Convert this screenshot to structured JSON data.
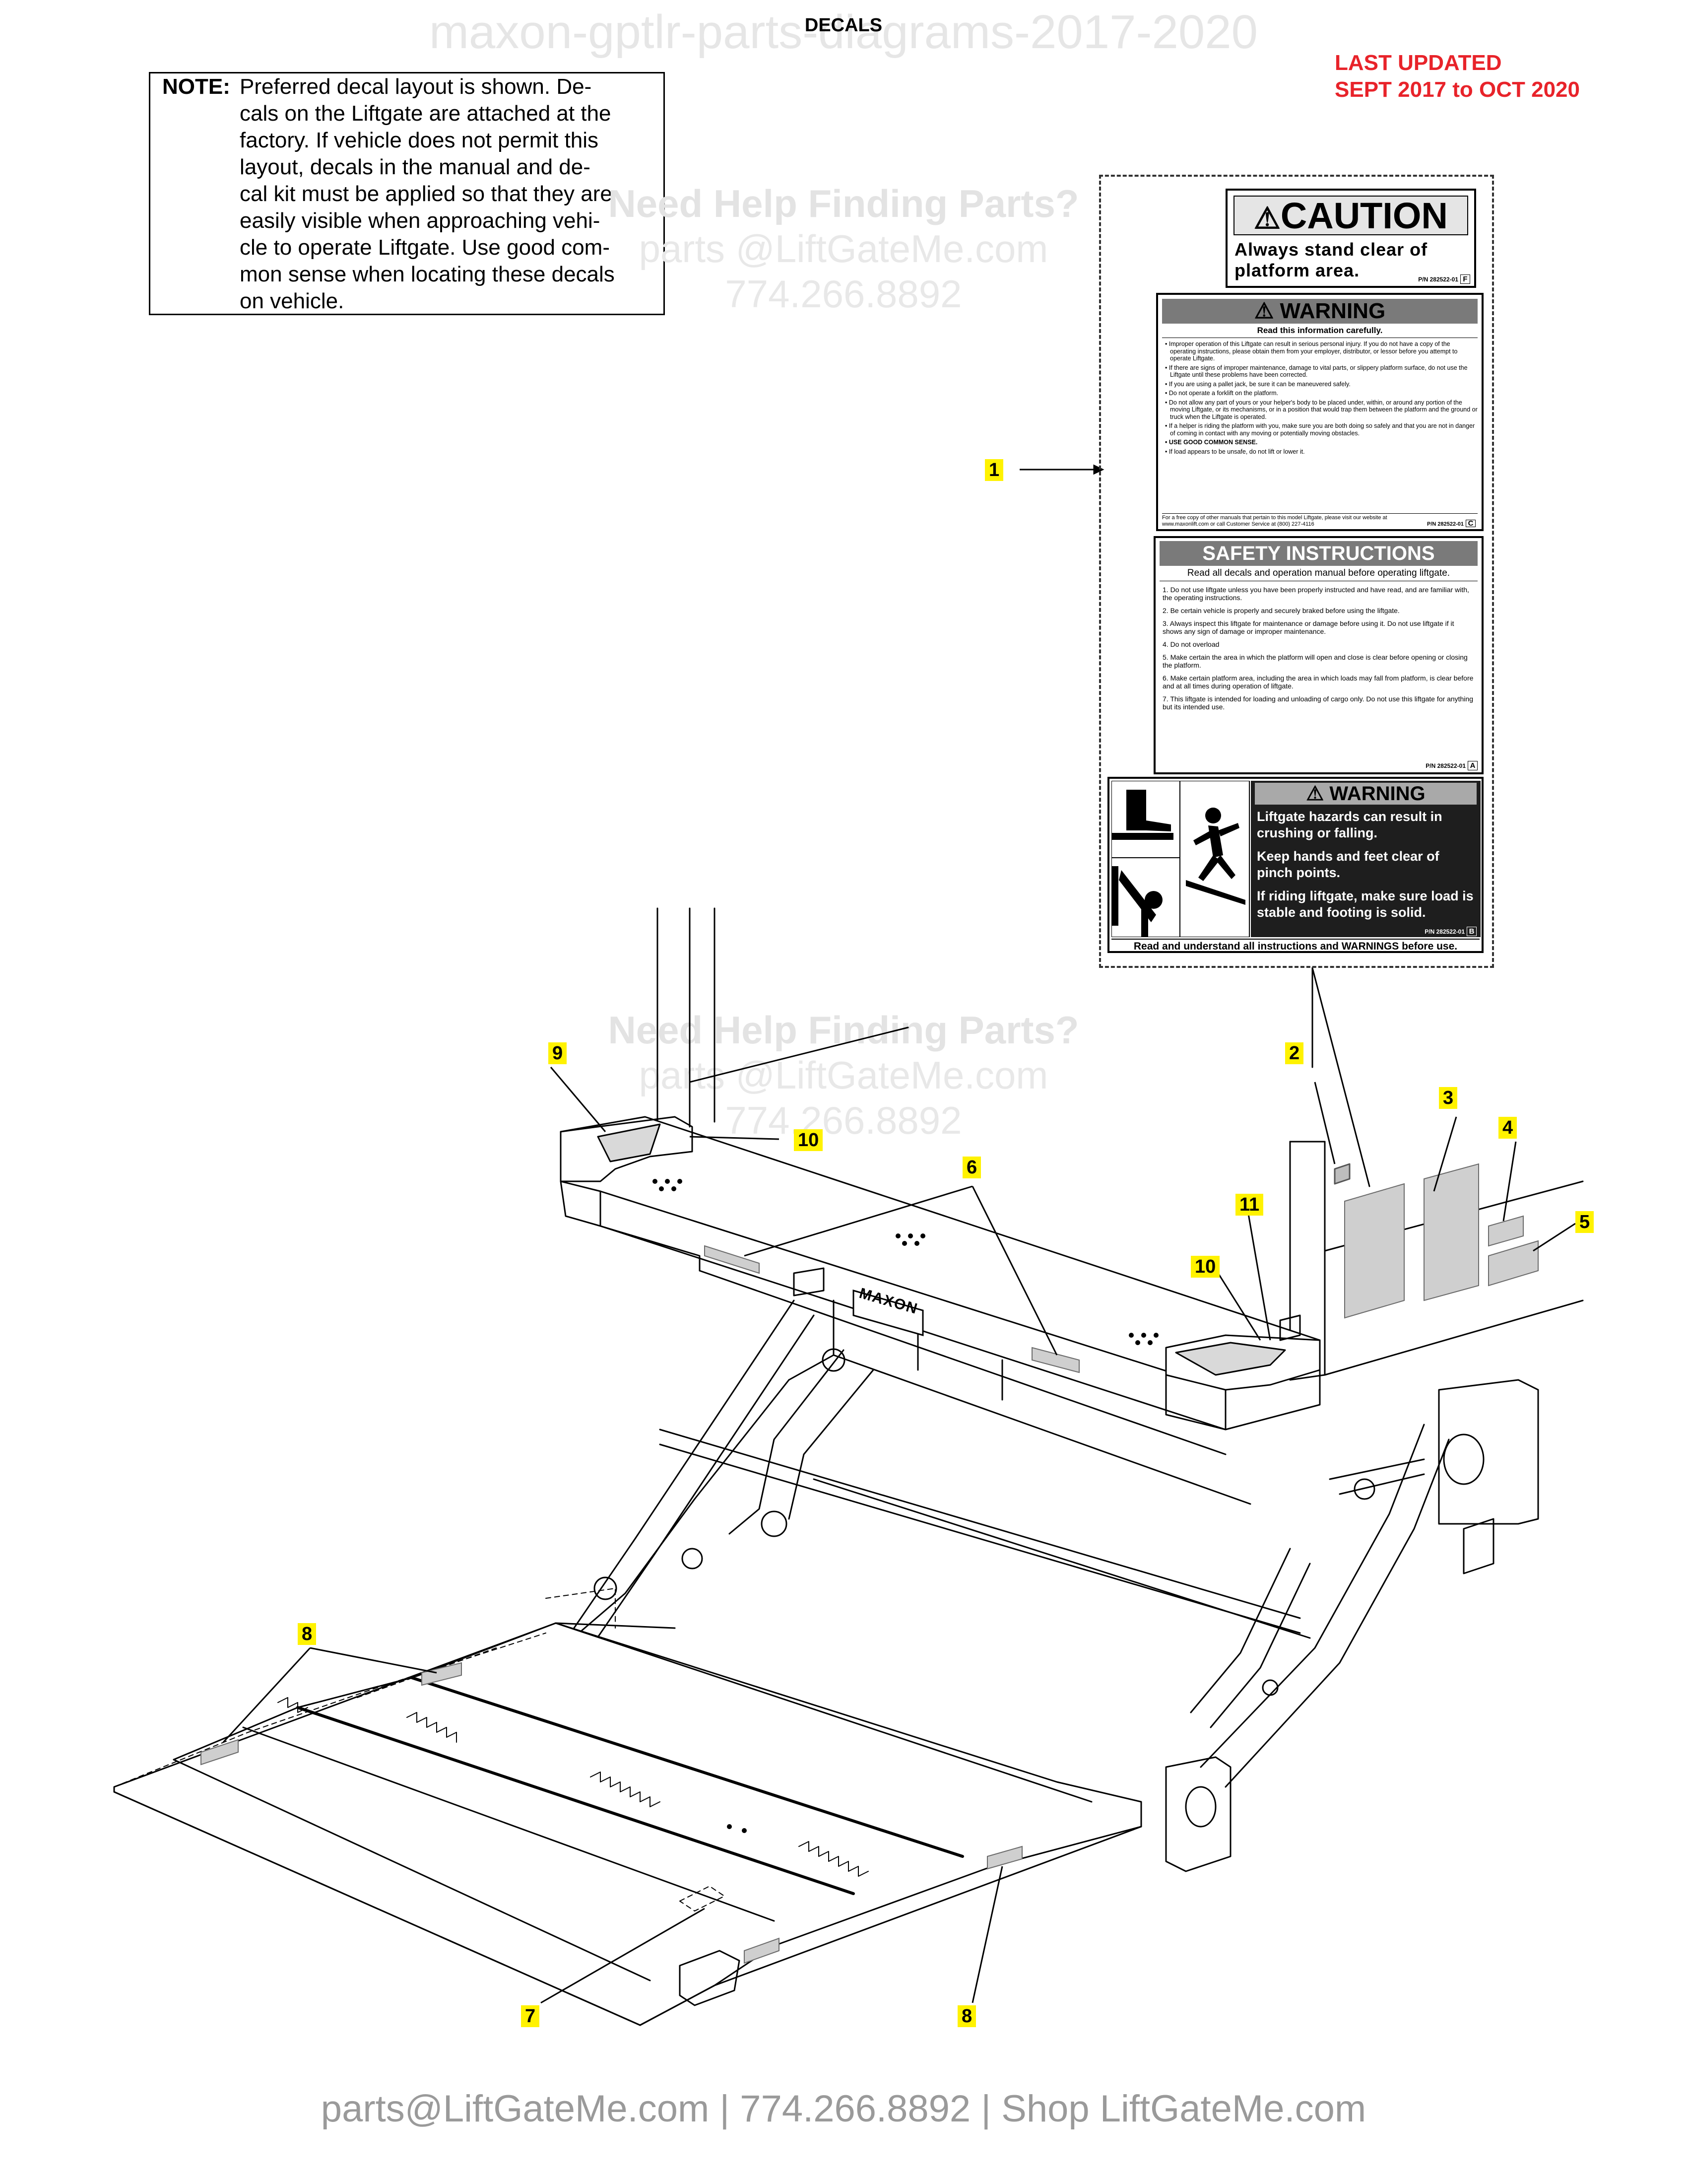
{
  "header": {
    "title": "DECALS",
    "watermark": "maxon-gptlr-parts-diagrams-2017-2020",
    "updated_line1": "LAST UPDATED",
    "updated_line2": "SEPT 2017 to OCT 2020"
  },
  "note": {
    "label": "NOTE:",
    "text": "Preferred decal layout is shown. De-\ncals on the Liftgate are attached at the\nfactory. If vehicle does not permit this\nlayout, decals in the manual and de-\ncal kit must be applied so that they are\neasily visible when approaching vehi-\ncle to operate Liftgate. Use good com-\nmon sense when locating these decals\non vehicle."
  },
  "watermarks": [
    {
      "line1": "Need Help Finding Parts?",
      "line2": "parts @LiftGateMe.com",
      "line3": "774.266.8892"
    },
    {
      "line1": "Need Help Finding Parts?",
      "line2": "parts @LiftGateMe.com",
      "line3": "774.266.8892"
    }
  ],
  "decals": {
    "caution": {
      "title": "CAUTION",
      "body": "Always stand clear of\nplatform area.",
      "pn": "P/N 282522-01",
      "code": "F"
    },
    "warning_manual": {
      "title": "WARNING",
      "subtitle": "Read this information carefully.",
      "items": [
        "• Improper operation of this Liftgate can result in serious personal injury. If you do not have a copy of the operating instructions, please obtain them from your employer, distributor, or lessor before you attempt to operate Liftgate.",
        "• If there are signs of improper maintenance, damage to vital parts, or slippery platform surface, do not use the Liftgate until these problems have been corrected.",
        "• If you are using a pallet jack, be sure it can be maneuvered safely.",
        "• Do not operate a forklift on the platform.",
        "• Do not allow any part of yours or your helper's body to be placed under, within, or around any portion of the moving Liftgate, or its mechanisms, or in a position that would trap them between the platform and the ground or truck when the Liftgate is operated.",
        "• If a helper is riding the platform with you, make sure you are both doing so safely and that you are not in danger of coming in contact with any moving or potentially moving obstacles.",
        "• USE GOOD COMMON SENSE.",
        "• If load appears to be unsafe, do not lift or lower it."
      ],
      "footer": "For a free copy of other manuals that pertain to this model Liftgate, please visit our website at www.maxonlift.com or call Customer Service at (800) 227-4116",
      "pn": "P/N 282522-01",
      "code": "C"
    },
    "safety": {
      "title": "SAFETY INSTRUCTIONS",
      "subtitle": "Read all decals and operation manual before operating liftgate.",
      "items": [
        "1. Do not use liftgate unless you have been properly instructed and have read, and are familiar with, the operating instructions.",
        "2. Be certain vehicle is properly and securely braked before using the liftgate.",
        "3. Always inspect this liftgate for maintenance or damage before using it. Do not use liftgate if it shows any sign of damage or improper maintenance.",
        "4. Do not overload",
        "5. Make certain the area in which the platform will open and close is clear before opening or closing the platform.",
        "6. Make certain platform area, including the area in which loads may fall from platform, is clear before and at all times during operation of liftgate.",
        "7. This liftgate is intended for loading and unloading of cargo only. Do not use this liftgate for anything but its intended use."
      ],
      "pn": "P/N 282522-01",
      "code": "A"
    },
    "hazard": {
      "title": "WARNING",
      "line1": "Liftgate hazards can result in crushing or falling.",
      "line2": "Keep hands and feet clear of pinch points.",
      "line3": "If riding liftgate, make sure load is stable and footing is solid.",
      "footer": "Read and understand all instructions and WARNINGS before use.",
      "pn": "P/N 282522-01",
      "code": "B"
    }
  },
  "brand_plate": "MAXON",
  "callouts": [
    "1",
    "2",
    "3",
    "4",
    "5",
    "6",
    "7",
    "8",
    "8",
    "9",
    "10",
    "10",
    "11"
  ],
  "footer": "parts@LiftGateMe.com | 774.266.8892 | Shop LiftGateMe.com"
}
